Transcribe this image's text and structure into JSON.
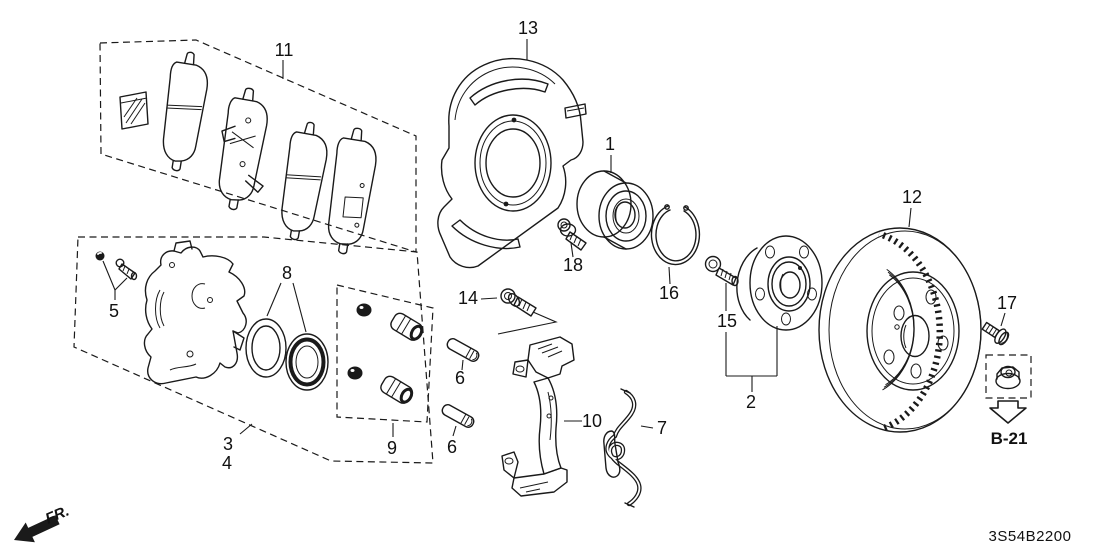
{
  "figure": {
    "background_color": "#ffffff",
    "line_color": "#1a1a1a",
    "diagram_code": "3S54B2200",
    "direction_label": "FR.",
    "reference_label": "B-21",
    "callouts": [
      {
        "label": "1"
      },
      {
        "label": "2"
      },
      {
        "label": "3"
      },
      {
        "label": "4"
      },
      {
        "label": "5"
      },
      {
        "label": "6"
      },
      {
        "label": "6"
      },
      {
        "label": "7"
      },
      {
        "label": "8"
      },
      {
        "label": "9"
      },
      {
        "label": "10"
      },
      {
        "label": "11"
      },
      {
        "label": "12"
      },
      {
        "label": "13"
      },
      {
        "label": "14"
      },
      {
        "label": "15"
      },
      {
        "label": "16"
      },
      {
        "label": "17"
      },
      {
        "label": "18"
      }
    ]
  }
}
